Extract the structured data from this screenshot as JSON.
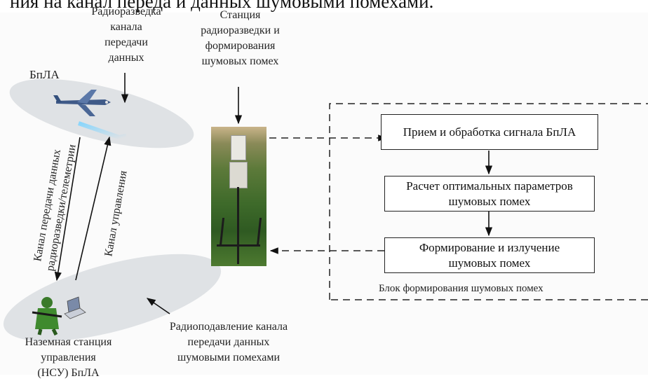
{
  "header": {
    "text": "ния на канал переда и данных шумовыми помехами."
  },
  "labels": {
    "uav": "БпЛА",
    "recon_channel": [
      "Радиоразведка",
      "канала",
      "передачи",
      "данных"
    ],
    "station": [
      "Станция",
      "радиоразведки и",
      "формирования",
      "шумовых помех"
    ],
    "data_channel": [
      "Канал передачи данных",
      "радиоразведки/телеметрии"
    ],
    "control_channel": "Канал управления",
    "ground_station": [
      "Наземная станция",
      "управления",
      "(НСУ) БпЛА"
    ],
    "suppression": [
      "Радиоподавление канала",
      "передачи данных",
      "шумовыми помехами"
    ],
    "block_title": "Блок формирования шумовых помех"
  },
  "boxes": {
    "receive": "Прием и обработка сигнала БпЛА",
    "calc": [
      "Расчет оптимальных параметров",
      "шумовых помех"
    ],
    "form": [
      "Формирование и излучение",
      "шумовых помех"
    ]
  }
}
